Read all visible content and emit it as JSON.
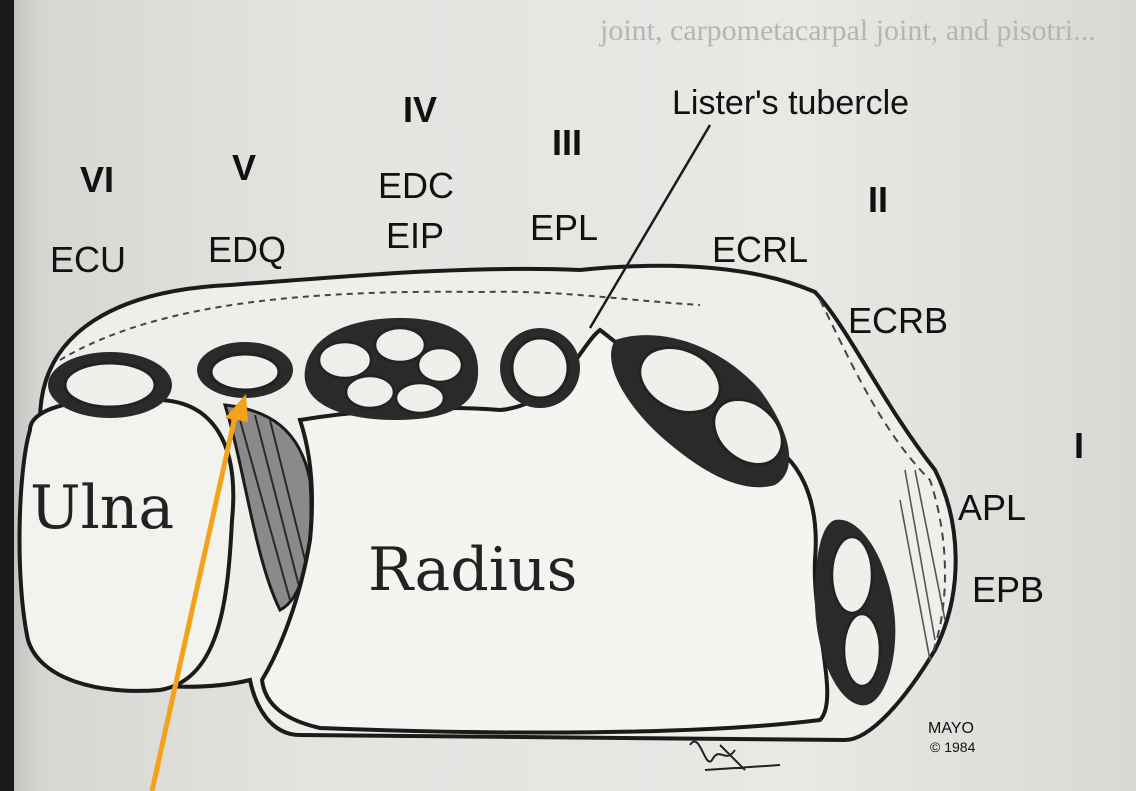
{
  "compartments": [
    {
      "numeral": "VI",
      "tendons": [
        "ECU"
      ]
    },
    {
      "numeral": "V",
      "tendons": [
        "EDQ"
      ]
    },
    {
      "numeral": "IV",
      "tendons": [
        "EDC",
        "EIP"
      ]
    },
    {
      "numeral": "III",
      "tendons": [
        "EPL"
      ]
    },
    {
      "numeral": "II",
      "tendons": [
        "ECRL",
        "ECRB"
      ]
    },
    {
      "numeral": "I",
      "tendons": [
        "APL",
        "EPB"
      ]
    }
  ],
  "landmark_label": "Lister's tubercle",
  "bones": {
    "ulna": "Ulna",
    "radius": "Radius"
  },
  "credit": {
    "line1": "MAYO",
    "line2": "© 1984"
  },
  "annotation_arrow": {
    "color": "#f5a21b",
    "points_to": "EDQ"
  },
  "background_text": "joint, carpometacarpal joint, and pisotri..."
}
